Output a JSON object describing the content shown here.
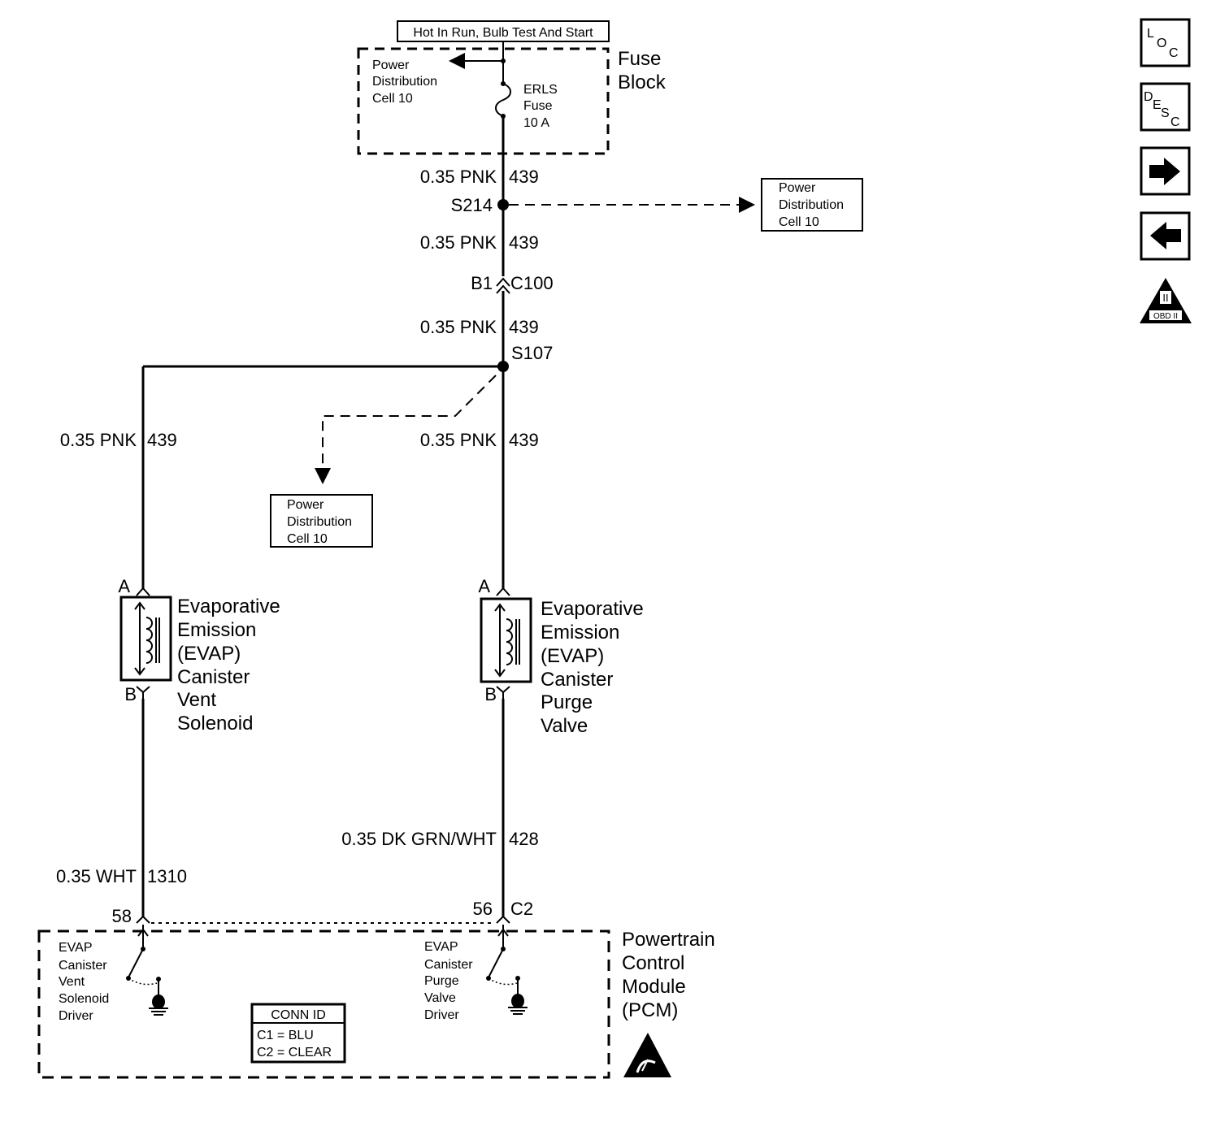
{
  "diagram": {
    "power_source": "Hot In Run, Bulb Test And Start",
    "fuse_block": {
      "name_line1": "Fuse",
      "name_line2": "Block",
      "pd_cell": [
        "Power",
        "Distribution",
        "Cell 10"
      ],
      "fuse": [
        "ERLS",
        "Fuse",
        "10 A"
      ]
    },
    "wires": {
      "w1_gauge": "0.35 PNK",
      "w1_circuit": "439",
      "w2_gauge": "0.35 PNK",
      "w2_circuit": "439",
      "w3_gauge": "0.35 PNK",
      "w3_circuit": "439",
      "w4_gauge": "0.35 PNK",
      "w4_circuit": "439",
      "w5_gauge": "0.35 PNK",
      "w5_circuit": "439",
      "w6_gauge": "0.35 DK GRN/WHT",
      "w6_circuit": "428",
      "w7_gauge": "0.35 WHT",
      "w7_circuit": "1310"
    },
    "splices": {
      "s214": "S214",
      "s107": "S107"
    },
    "connector_c100": {
      "pin": "B1",
      "name": "C100"
    },
    "pd_cell_right": [
      "Power",
      "Distribution",
      "Cell 10"
    ],
    "pd_cell_left": [
      "Power",
      "Distribution",
      "Cell 10"
    ],
    "vent_solenoid": {
      "pin_a": "A",
      "pin_b": "B",
      "label": [
        "Evaporative",
        "Emission",
        "(EVAP)",
        "Canister",
        "Vent",
        "Solenoid"
      ]
    },
    "purge_valve": {
      "pin_a": "A",
      "pin_b": "B",
      "label": [
        "Evaporative",
        "Emission",
        "(EVAP)",
        "Canister",
        "Purge",
        "Valve"
      ]
    },
    "pcm": {
      "pin_58": "58",
      "pin_56": "56",
      "conn_c2": "C2",
      "label": [
        "Powertrain",
        "Control",
        "Module",
        "(PCM)"
      ],
      "vent_driver": [
        "EVAP",
        "Canister",
        "Vent",
        "Solenoid",
        "Driver"
      ],
      "purge_driver": [
        "EVAP",
        "Canister",
        "Purge",
        "Valve",
        "Driver"
      ],
      "conn_id_title": "CONN ID",
      "conn_id_rows": [
        "C1 = BLU",
        "C2 = CLEAR"
      ]
    }
  },
  "nav": {
    "loc": {
      "l1": "L",
      "l2": "O",
      "l3": "C"
    },
    "desc": {
      "l1": "D",
      "l2": "E",
      "l3": "S",
      "l4": "C"
    },
    "obd_label": "OBD II",
    "obd_mark": "II"
  }
}
